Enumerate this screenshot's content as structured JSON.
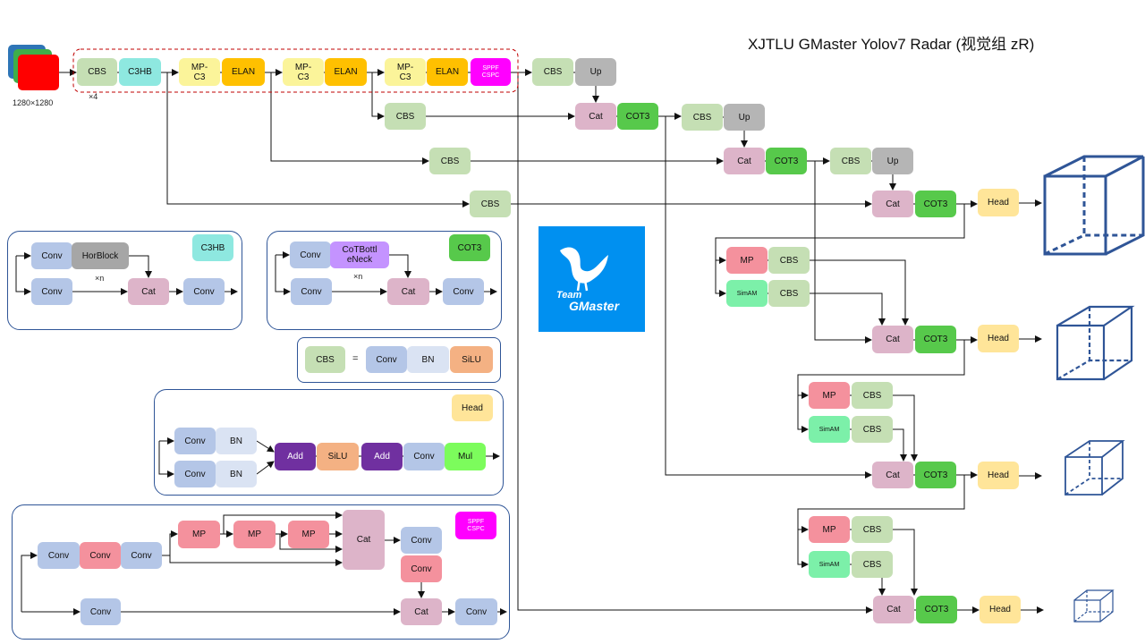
{
  "title": "XJTLU GMaster Yolov7 Radar  (视觉组 zR)",
  "input": {
    "size": "1280×1280",
    "colors": [
      "#2e75b6",
      "#3fae49",
      "#ff0000"
    ]
  },
  "labels": {
    "cbs": "CBS",
    "c3hb": "C3HB",
    "mp_c3": "MP-\nC3",
    "elan": "ELAN",
    "sppf": "SPPF\nCSPC",
    "up": "Up",
    "cat": "Cat",
    "cot3": "COT3",
    "head": "Head",
    "mp": "MP",
    "simam": "SimAM",
    "conv": "Conv",
    "bn": "BN",
    "silu": "SiLU",
    "horblock": "HorBlock",
    "cotbottleneck": "CoTBottl\neNeck",
    "add": "Add",
    "mul": "Mul",
    "equals": "=",
    "times4": "×4",
    "times_n": "×n"
  },
  "legend": {
    "c3hb": "C3HB",
    "cot3": "COT3",
    "head": "Head",
    "sppf": "SPPF\nCSPC"
  },
  "logo": {
    "line1": "Team",
    "line2": "GMaster",
    "color": "#0090f0"
  },
  "colors": {
    "panel_border": "#2f5597",
    "dashed_border": "#c00000",
    "cube": "#2f5597"
  }
}
